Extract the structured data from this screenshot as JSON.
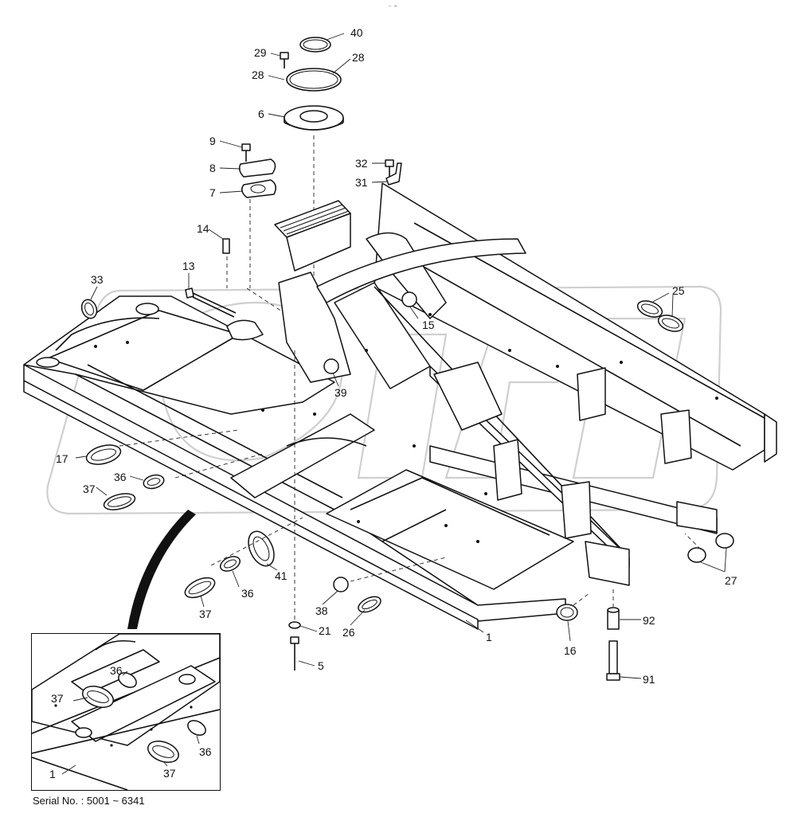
{
  "figure": {
    "serial_label": "Serial No. : 5001 ~ 6341",
    "top_mark": "⁻ ⁼"
  },
  "callouts": [
    {
      "id": "c40",
      "text": "40"
    },
    {
      "id": "c29",
      "text": "29"
    },
    {
      "id": "c28a",
      "text": "28"
    },
    {
      "id": "c28b",
      "text": "28"
    },
    {
      "id": "c6",
      "text": "6"
    },
    {
      "id": "c9",
      "text": "9"
    },
    {
      "id": "c8",
      "text": "8"
    },
    {
      "id": "c7",
      "text": "7"
    },
    {
      "id": "c32",
      "text": "32"
    },
    {
      "id": "c31",
      "text": "31"
    },
    {
      "id": "c14",
      "text": "14"
    },
    {
      "id": "c13",
      "text": "13"
    },
    {
      "id": "c33",
      "text": "33"
    },
    {
      "id": "c25",
      "text": "25"
    },
    {
      "id": "c15",
      "text": "15"
    },
    {
      "id": "c39",
      "text": "39"
    },
    {
      "id": "c17",
      "text": "17"
    },
    {
      "id": "c36a",
      "text": "36"
    },
    {
      "id": "c37a",
      "text": "37"
    },
    {
      "id": "c41",
      "text": "41"
    },
    {
      "id": "c36b",
      "text": "36"
    },
    {
      "id": "c37b",
      "text": "37"
    },
    {
      "id": "c38",
      "text": "38"
    },
    {
      "id": "c26",
      "text": "26"
    },
    {
      "id": "c21",
      "text": "21"
    },
    {
      "id": "c5",
      "text": "5"
    },
    {
      "id": "c1",
      "text": "1"
    },
    {
      "id": "c16",
      "text": "16"
    },
    {
      "id": "c92",
      "text": "92"
    },
    {
      "id": "c91",
      "text": "91"
    },
    {
      "id": "c27",
      "text": "27"
    },
    {
      "id": "c36c",
      "text": "36"
    },
    {
      "id": "c37c",
      "text": "37"
    },
    {
      "id": "c36d",
      "text": "36"
    },
    {
      "id": "c37d",
      "text": "37"
    },
    {
      "id": "c1b",
      "text": "1"
    }
  ],
  "colors": {
    "ink": "#111111",
    "watermark": "#cfcfcf",
    "background": "#ffffff"
  }
}
